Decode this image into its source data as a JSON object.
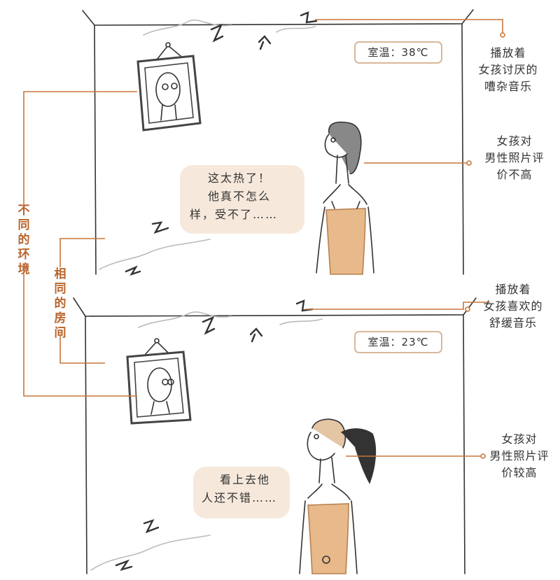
{
  "scene_top": {
    "temperature": "室温：38℃",
    "speech": [
      "这太热了！",
      "他真不怎么",
      "样，受不了……"
    ],
    "callout_music": [
      "播放着",
      "女孩讨厌的",
      "嘈杂音乐"
    ],
    "callout_rating": [
      "女孩对",
      "男性照片评",
      "价不高"
    ]
  },
  "scene_bottom": {
    "temperature": "室温：23℃",
    "speech": [
      "看上去他",
      "人还不错……"
    ],
    "callout_music": [
      "播放着",
      "女孩喜欢的",
      "舒缓音乐"
    ],
    "callout_rating": [
      "女孩对",
      "男性照片评",
      "价较高"
    ]
  },
  "labels": {
    "different_environment": "不同的环境",
    "same_room": "相同的房间"
  },
  "colors": {
    "leader_line": "#c8773a",
    "label_text": "#b8642a",
    "bubble_bg": "#f6e9dc",
    "badge_border": "#d8b79a",
    "dress": "#e8b98a"
  }
}
